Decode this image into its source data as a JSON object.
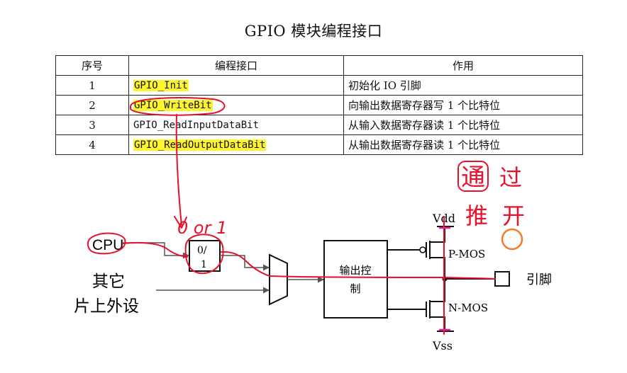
{
  "title": "GPIO 模块编程接口",
  "table": {
    "headers": [
      "序号",
      "编程接口",
      "作用"
    ],
    "rows": [
      {
        "no": "1",
        "fn": "GPIO_Init",
        "desc": "初始化 IO 引脚",
        "highlight": true
      },
      {
        "no": "2",
        "fn": "GPIO_WriteBit",
        "desc": "向输出数据寄存器写 1 个比特位",
        "highlight": true
      },
      {
        "no": "3",
        "fn": "GPIO_ReadInputDataBit",
        "desc": "从输入数据寄存器读 1 个比特位",
        "highlight": false
      },
      {
        "no": "4",
        "fn": "GPIO_ReadOutputDataBit",
        "desc": "从输出数据寄存器读 1 个比特位",
        "highlight": true
      }
    ]
  },
  "diagram": {
    "cpu": "CPU",
    "other_line1": "其它",
    "other_line2": "片上外设",
    "reg_top": "0/",
    "reg_bottom": "1",
    "control_line1": "输出控",
    "control_line2": "制",
    "vdd": "Vdd",
    "vss": "Vss",
    "pmos": "P-MOS",
    "nmos": "N-MOS",
    "pin": "引脚"
  },
  "annotations": {
    "ink_color": "#e8102a",
    "circle_color": "#f07c2a",
    "highlight_color": "#fff52e",
    "reg_note": "0 or 1",
    "note_line1": [
      "通",
      "过"
    ],
    "note_line2": [
      "推",
      "开"
    ]
  }
}
